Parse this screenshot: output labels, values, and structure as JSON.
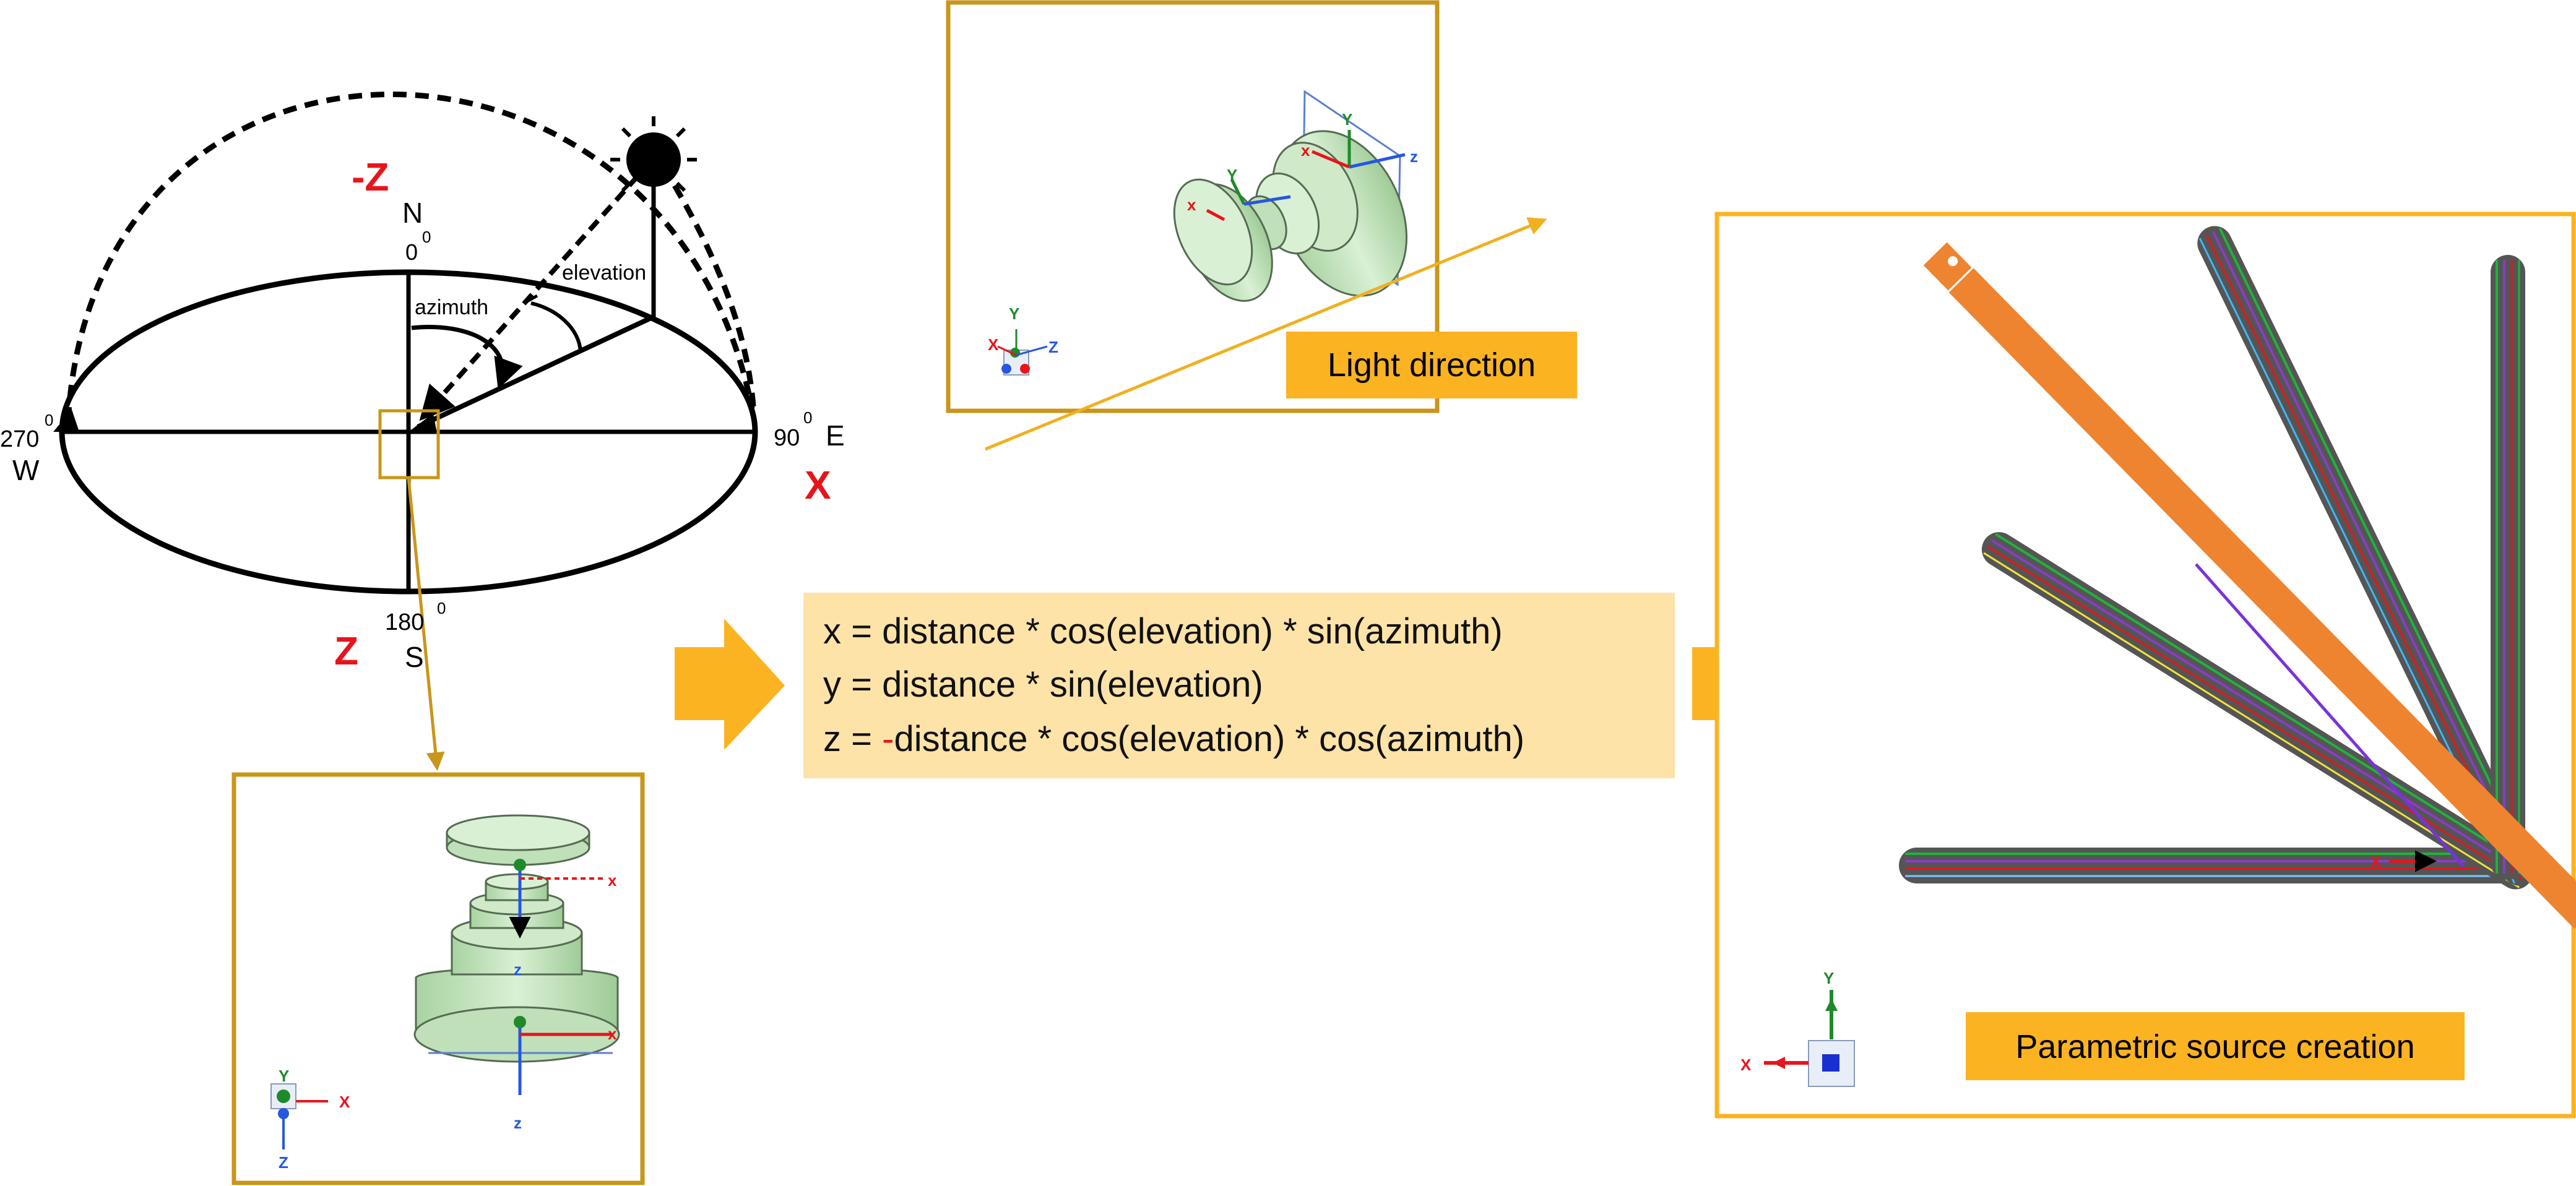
{
  "colors": {
    "accent_orange": "#fbb322",
    "frame_brown": "#c9961c",
    "formula_bg": "#fde3a7",
    "axis_red": "#e8141b",
    "axis_green": "#1f8a2a",
    "axis_blue": "#2557e0",
    "part_green": "#c8e6c2",
    "beam_orange": "#ee8430"
  },
  "sky_diagram": {
    "neg_z_label": "-Z",
    "north_label": "N",
    "north_deg": "0",
    "east_deg": "90",
    "east_label": "E",
    "x_label": "X",
    "west_deg": "270",
    "west_label": "W",
    "south_deg": "180",
    "south_label": "S",
    "z_label": "Z",
    "degree_mark": "0",
    "azimuth_label": "azimuth",
    "elevation_label": "elevation",
    "sun_icon": "sun-icon"
  },
  "bottom_view": {
    "x_axis": "x",
    "z_axis": "z",
    "triad_y": "Y",
    "triad_x": "X",
    "triad_z": "Z"
  },
  "top_view": {
    "x_axis": "x",
    "y_axis": "Y",
    "z_axis": "z",
    "triad_y": "Y",
    "triad_x": "X",
    "triad_z": "Z",
    "caption": "Light direction"
  },
  "formula": {
    "line1": "x = distance * cos(elevation) * sin(azimuth)",
    "line2": "y = distance * sin(elevation)",
    "line3_prefix": "z = ",
    "line3_sign": "-",
    "line3_rest": "distance * cos(elevation) * cos(azimuth)"
  },
  "right_panel": {
    "caption": "Parametric source creation",
    "triad_y": "Y",
    "triad_x": "X",
    "beam_x": "X"
  }
}
